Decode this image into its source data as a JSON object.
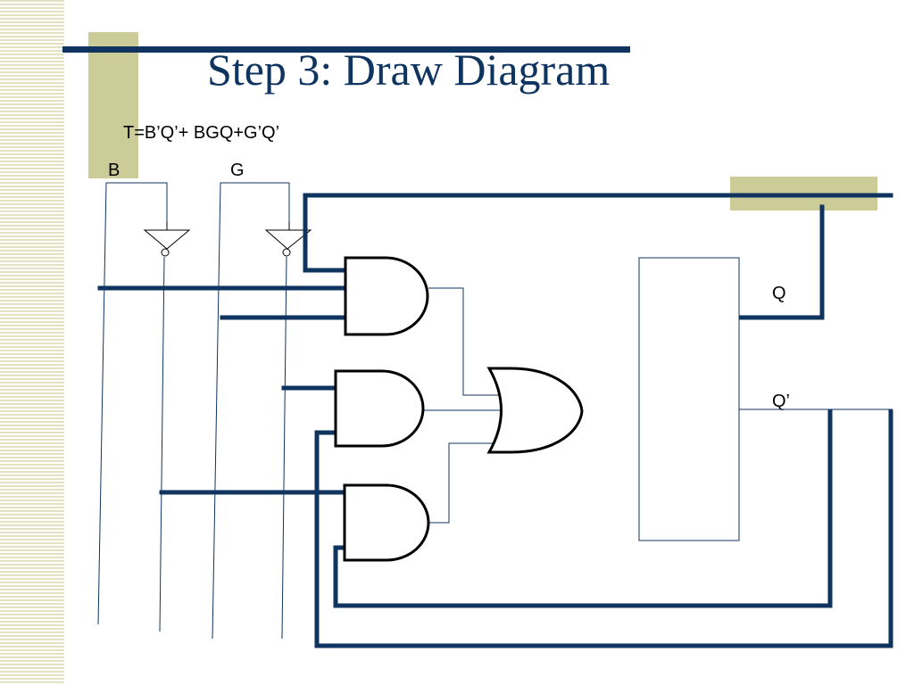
{
  "slide": {
    "title": "Step 3: Draw Diagram",
    "formula": "T=B’Q’+ BGQ+G’Q’"
  },
  "inputs": [
    {
      "label": "B"
    },
    {
      "label": "G"
    }
  ],
  "flipflop": {
    "output_q": "Q",
    "output_qbar": "Q’"
  },
  "gates": {
    "and_count": 3,
    "or_count": 1,
    "not_count": 2
  },
  "colors": {
    "navy": "#0f3460",
    "accent_tan": "#cccc99",
    "stripe": "#e3e3c3",
    "gate_stroke": "#000000"
  }
}
